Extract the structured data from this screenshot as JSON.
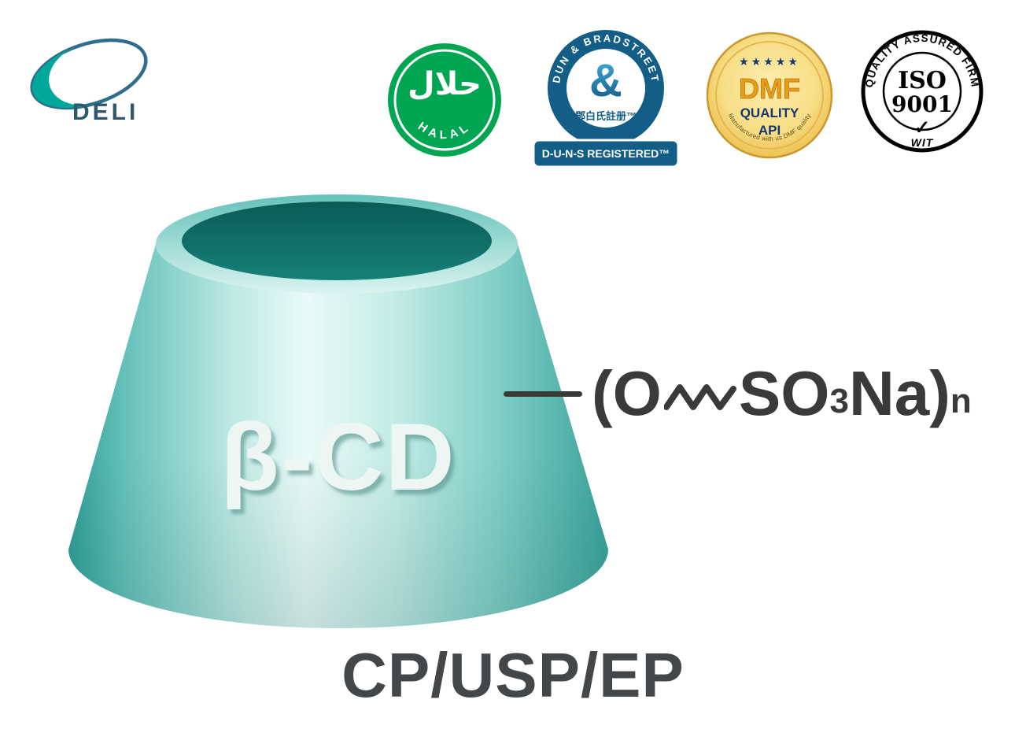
{
  "page": {
    "background": "#ffffff",
    "footer": "CP/USP/EP"
  },
  "logo": {
    "text": "DELI"
  },
  "badges": {
    "halal": {
      "arabic_text": "حلال",
      "label": "HALAL"
    },
    "dun_bradstreet": {
      "arc_text": "DUN & BRADSTREET",
      "symbol": "&",
      "chinese_text": "鄧白氏註册™",
      "banner_text": "D-U-N-S REGISTERED™"
    },
    "dmf": {
      "stars": "★★★★★",
      "title": "DMF",
      "subtitle": "QUALITY",
      "subtitle2": "API",
      "arc_text": "Manufactured with us DMF quality"
    },
    "iso": {
      "arc_text": "QUALITY ASSURED FIRM",
      "line1": "ISO",
      "line2": "9001",
      "checkmark": "✓",
      "signature": "WIT"
    }
  },
  "diagram": {
    "cone_label": "β-CD",
    "formula": {
      "open": "(O",
      "mid": "SO",
      "sub_three": "3",
      "close": "Na)",
      "sub_n": "n"
    }
  },
  "colors": {
    "logo_teal": "#00a79b",
    "logo_outline": "#2e6d8c",
    "halal_green": "#00a551",
    "dnb_blue": "#135e86",
    "dmf_gold": "#d9a637",
    "dmf_navy": "#17366b",
    "ink": "#3a3a3a",
    "cone_teal_light": "#bfeae5",
    "cone_teal_dark": "#0c6661"
  }
}
